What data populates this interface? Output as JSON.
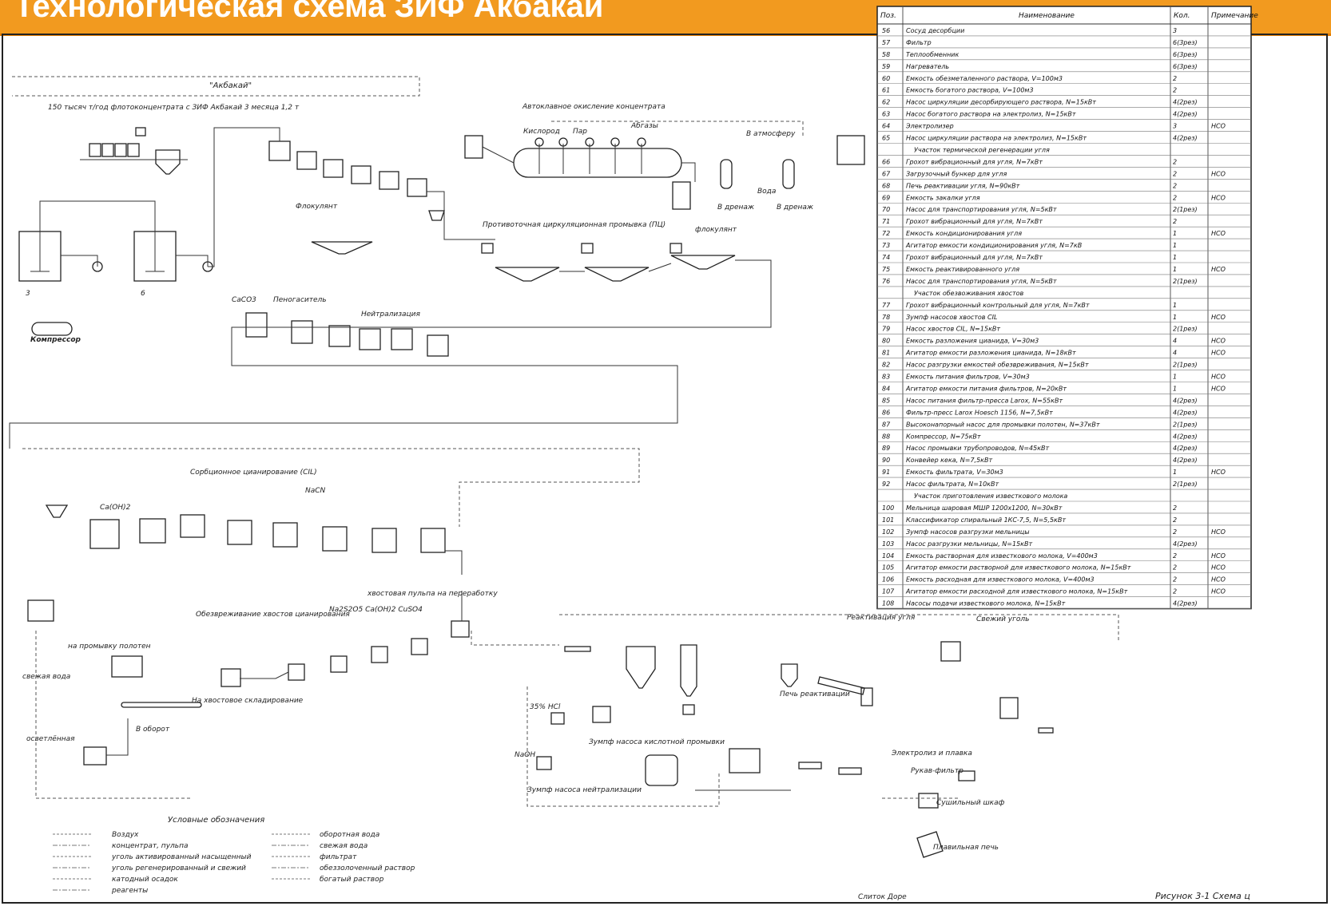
{
  "title": "Технологическая схема ЗИФ Акбакай",
  "caption": "Рисунок 3-1 Схема ц",
  "site_label": "\"Акбакай\"",
  "sections": {
    "oxidation": "Автоклавное окисление концентрата",
    "ccd": "Противоточная циркуляционная промывка (ПЦ)",
    "neutralization": "Нейтрализация",
    "cil": "Сорбционное цианирование (CIL)",
    "detox": "Обезвреживание хвостов цианирования",
    "reactivation": "Реактивация угля",
    "electrolysis": "Электролиз и плавка",
    "legend_title": "Условные обозначения"
  },
  "stream_labels": {
    "feed": "150 тысяч т/год флотоконцентрата с ЗИФ Акбакай 3 месяца 1,2 т",
    "compressor": "Компрессор",
    "caco3": "CaCO3",
    "limestone": "Пеногаситель",
    "flocculant1": "Флокулянт",
    "flocculant2": "флокулянт",
    "atmosphere": "В атмосферу",
    "steam": "Пар",
    "oxygen": "Кислород",
    "vent": "Абгазы",
    "water": "Вода",
    "to_drain": "В дренаж",
    "nacn": "NaCN",
    "caoh2": "Ca(OH)2",
    "reagents": "Na2S2O5 Ca(OH)2 CuSO4",
    "to_tailings": "хвостовая пульпа на переработку",
    "cloth_wash": "на промывку полотен",
    "fresh_water": "свежая вода",
    "return": "В оборот",
    "to_storage": "На хвостовое складирование",
    "clarified": "осветлённая",
    "hcl": "35% HCl",
    "naoh": "NaOH",
    "sump": "Зумпф насоса нейтрализации",
    "sump2": "Зумпф насоса кислотной промывки",
    "kiln": "Печь реактивации",
    "smelting": "Плавильная печь",
    "dore": "Слиток Доре",
    "fresh_coal": "Свежий уголь",
    "fume": "Рукав-фильтр",
    "drying": "Сушильный шкаф"
  },
  "legend": {
    "left": [
      "Воздух",
      "концентрат, пульпа",
      "уголь активированный насыщенный",
      "уголь регенерированный и свежий",
      "катодный осадок",
      "реагенты"
    ],
    "right": [
      "оборотная вода",
      "свежая вода",
      "фильтрат",
      "обеззолоченный раствор",
      "богатый раствор"
    ]
  },
  "table": {
    "headers": [
      "Поз.",
      "Наименование",
      "Кол.",
      "Примечание"
    ],
    "rows": [
      [
        "56",
        "Сосуд десорбции",
        "3",
        ""
      ],
      [
        "57",
        "Фильтр",
        "6(3рез)",
        ""
      ],
      [
        "58",
        "Теплообменник",
        "6(3рез)",
        ""
      ],
      [
        "59",
        "Нагреватель",
        "6(3рез)",
        ""
      ],
      [
        "60",
        "Емкость обезметаленного раствора, V=100м3",
        "2",
        ""
      ],
      [
        "61",
        "Емкость богатого раствора, V=100м3",
        "2",
        ""
      ],
      [
        "62",
        "Насос циркуляции десорбирующего раствора, N=15кВт",
        "4(2рез)",
        ""
      ],
      [
        "63",
        "Насос богатого раствора на электролиз, N=15кВт",
        "4(2рез)",
        ""
      ],
      [
        "64",
        "Электролизер",
        "3",
        "НСО"
      ],
      [
        "65",
        "Насос циркуляции раствора на электролиз, N=15кВт",
        "4(2рез)",
        ""
      ],
      [
        "",
        "Участок термической регенерации угля",
        "",
        ""
      ],
      [
        "66",
        "Грохот вибрационный для угля, N=7кВт",
        "2",
        ""
      ],
      [
        "67",
        "Загрузочный бункер для угля",
        "2",
        "НСО"
      ],
      [
        "68",
        "Печь реактивации угля, N=90кВт",
        "2",
        ""
      ],
      [
        "69",
        "Емкость закалки угля",
        "2",
        "НСО"
      ],
      [
        "70",
        "Насос для транспортирования угля, N=5кВт",
        "2(1рез)",
        ""
      ],
      [
        "71",
        "Грохот вибрационный для угля, N=7кВт",
        "2",
        ""
      ],
      [
        "72",
        "Емкость кондиционирования угля",
        "1",
        "НСО"
      ],
      [
        "73",
        "Агитатор емкости кондиционирования угля, N=7кВ",
        "1",
        ""
      ],
      [
        "74",
        "Грохот вибрационный для угля, N=7кВт",
        "1",
        ""
      ],
      [
        "75",
        "Емкость реактивированного угля",
        "1",
        "НСО"
      ],
      [
        "76",
        "Насос для транспортирования угля, N=5кВт",
        "2(1рез)",
        ""
      ],
      [
        "",
        "Участок обезвоживания хвостов",
        "",
        ""
      ],
      [
        "77",
        "Грохот вибрационный контрольный для угля, N=7кВт",
        "1",
        ""
      ],
      [
        "78",
        "Зумпф насосов хвостов CIL",
        "1",
        "НСО"
      ],
      [
        "79",
        "Насос хвостов CIL, N=15кВт",
        "2(1рез)",
        ""
      ],
      [
        "80",
        "Емкость разложения цианида, V=30м3",
        "4",
        "НСО"
      ],
      [
        "81",
        "Агитатор емкости разложения цианида, N=18кВт",
        "4",
        "НСО"
      ],
      [
        "82",
        "Насос разгрузки емкостей обезвреживания, N=15кВт",
        "2(1рез)",
        ""
      ],
      [
        "83",
        "Емкость питания фильтров, V=30м3",
        "1",
        "НСО"
      ],
      [
        "84",
        "Агитатор емкости питания фильтров, N=20кВт",
        "1",
        "НСО"
      ],
      [
        "85",
        "Насос питания фильтр-пресса Larox, N=55кВт",
        "4(2рез)",
        ""
      ],
      [
        "86",
        "Фильтр-пресс Larox Hoesch 1156, N=7,5кВт",
        "4(2рез)",
        ""
      ],
      [
        "87",
        "Высоконапорный насос для промывки полотен, N=37кВт",
        "2(1рез)",
        ""
      ],
      [
        "88",
        "Компрессор, N=75кВт",
        "4(2рез)",
        ""
      ],
      [
        "89",
        "Насос промывки трубопроводов, N=45кВт",
        "4(2рез)",
        ""
      ],
      [
        "90",
        "Конвейер кека, N=7,5кВт",
        "4(2рез)",
        ""
      ],
      [
        "91",
        "Емкость фильтрата, V=30м3",
        "1",
        "НСО"
      ],
      [
        "92",
        "Насос фильтрата, N=10кВт",
        "2(1рез)",
        ""
      ],
      [
        "",
        "Участок приготовления известкового молока",
        "",
        ""
      ],
      [
        "100",
        "Мельница шаровая МШР 1200х1200, N=30кВт",
        "2",
        ""
      ],
      [
        "101",
        "Классификатор спиральный 1КС-7,5, N=5,5кВт",
        "2",
        ""
      ],
      [
        "102",
        "Зумпф насосов разгрузки мельницы",
        "2",
        "НСО"
      ],
      [
        "103",
        "Насос разгрузки мельницы, N=15кВт",
        "4(2рез)",
        ""
      ],
      [
        "104",
        "Емкость растворная для известкового молока, V=400м3",
        "2",
        "НСО"
      ],
      [
        "105",
        "Агитатор емкости растворной для известкового молока, N=15кВт",
        "2",
        "НСО"
      ],
      [
        "106",
        "Емкость расходная для известкового молока, V=400м3",
        "2",
        "НСО"
      ],
      [
        "107",
        "Агитатор емкости расходной для известкового молока, N=15кВт",
        "2",
        "НСО"
      ],
      [
        "108",
        "Насосы подачи известкового молока, N=15кВт",
        "4(2рез)",
        ""
      ]
    ]
  }
}
